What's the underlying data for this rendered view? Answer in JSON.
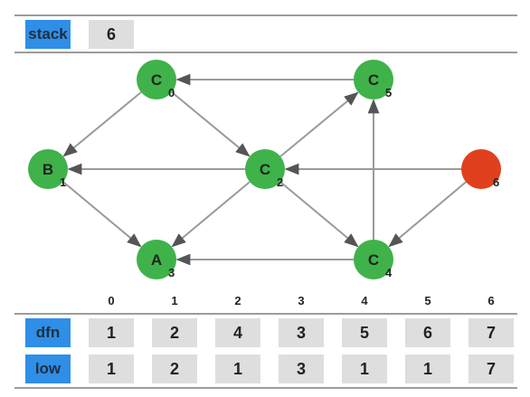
{
  "stack": {
    "label": "stack",
    "items": [
      "6"
    ]
  },
  "graph": {
    "nodes": [
      {
        "id": 0,
        "letter": "C",
        "num": "0",
        "color": "#3fb24a"
      },
      {
        "id": 1,
        "letter": "B",
        "num": "1",
        "color": "#3fb24a"
      },
      {
        "id": 2,
        "letter": "C",
        "num": "2",
        "color": "#3fb24a"
      },
      {
        "id": 3,
        "letter": "A",
        "num": "3",
        "color": "#3fb24a"
      },
      {
        "id": 4,
        "letter": "C",
        "num": "4",
        "color": "#3fb24a"
      },
      {
        "id": 5,
        "letter": "C",
        "num": "5",
        "color": "#3fb24a"
      },
      {
        "id": 6,
        "letter": "",
        "num": "6",
        "color": "#e0401e"
      }
    ],
    "edges": [
      {
        "from": 0,
        "to": 1
      },
      {
        "from": 0,
        "to": 2
      },
      {
        "from": 1,
        "to": 3
      },
      {
        "from": 2,
        "to": 1
      },
      {
        "from": 2,
        "to": 3
      },
      {
        "from": 2,
        "to": 4
      },
      {
        "from": 2,
        "to": 5
      },
      {
        "from": 4,
        "to": 3
      },
      {
        "from": 4,
        "to": 5
      },
      {
        "from": 5,
        "to": 0
      },
      {
        "from": 6,
        "to": 2
      },
      {
        "from": 6,
        "to": 4
      }
    ]
  },
  "table": {
    "indices": [
      "0",
      "1",
      "2",
      "3",
      "4",
      "5",
      "6"
    ],
    "rows": [
      {
        "label": "dfn",
        "values": [
          "1",
          "2",
          "4",
          "3",
          "5",
          "6",
          "7"
        ]
      },
      {
        "label": "low",
        "values": [
          "1",
          "2",
          "1",
          "3",
          "1",
          "1",
          "7"
        ]
      }
    ]
  },
  "colors": {
    "tag": "#2f8ee6",
    "cell": "#dedede",
    "node_green": "#3fb24a",
    "node_red": "#e0401e",
    "edge": "#9a9a9a",
    "edge_arrow": "#555555"
  }
}
